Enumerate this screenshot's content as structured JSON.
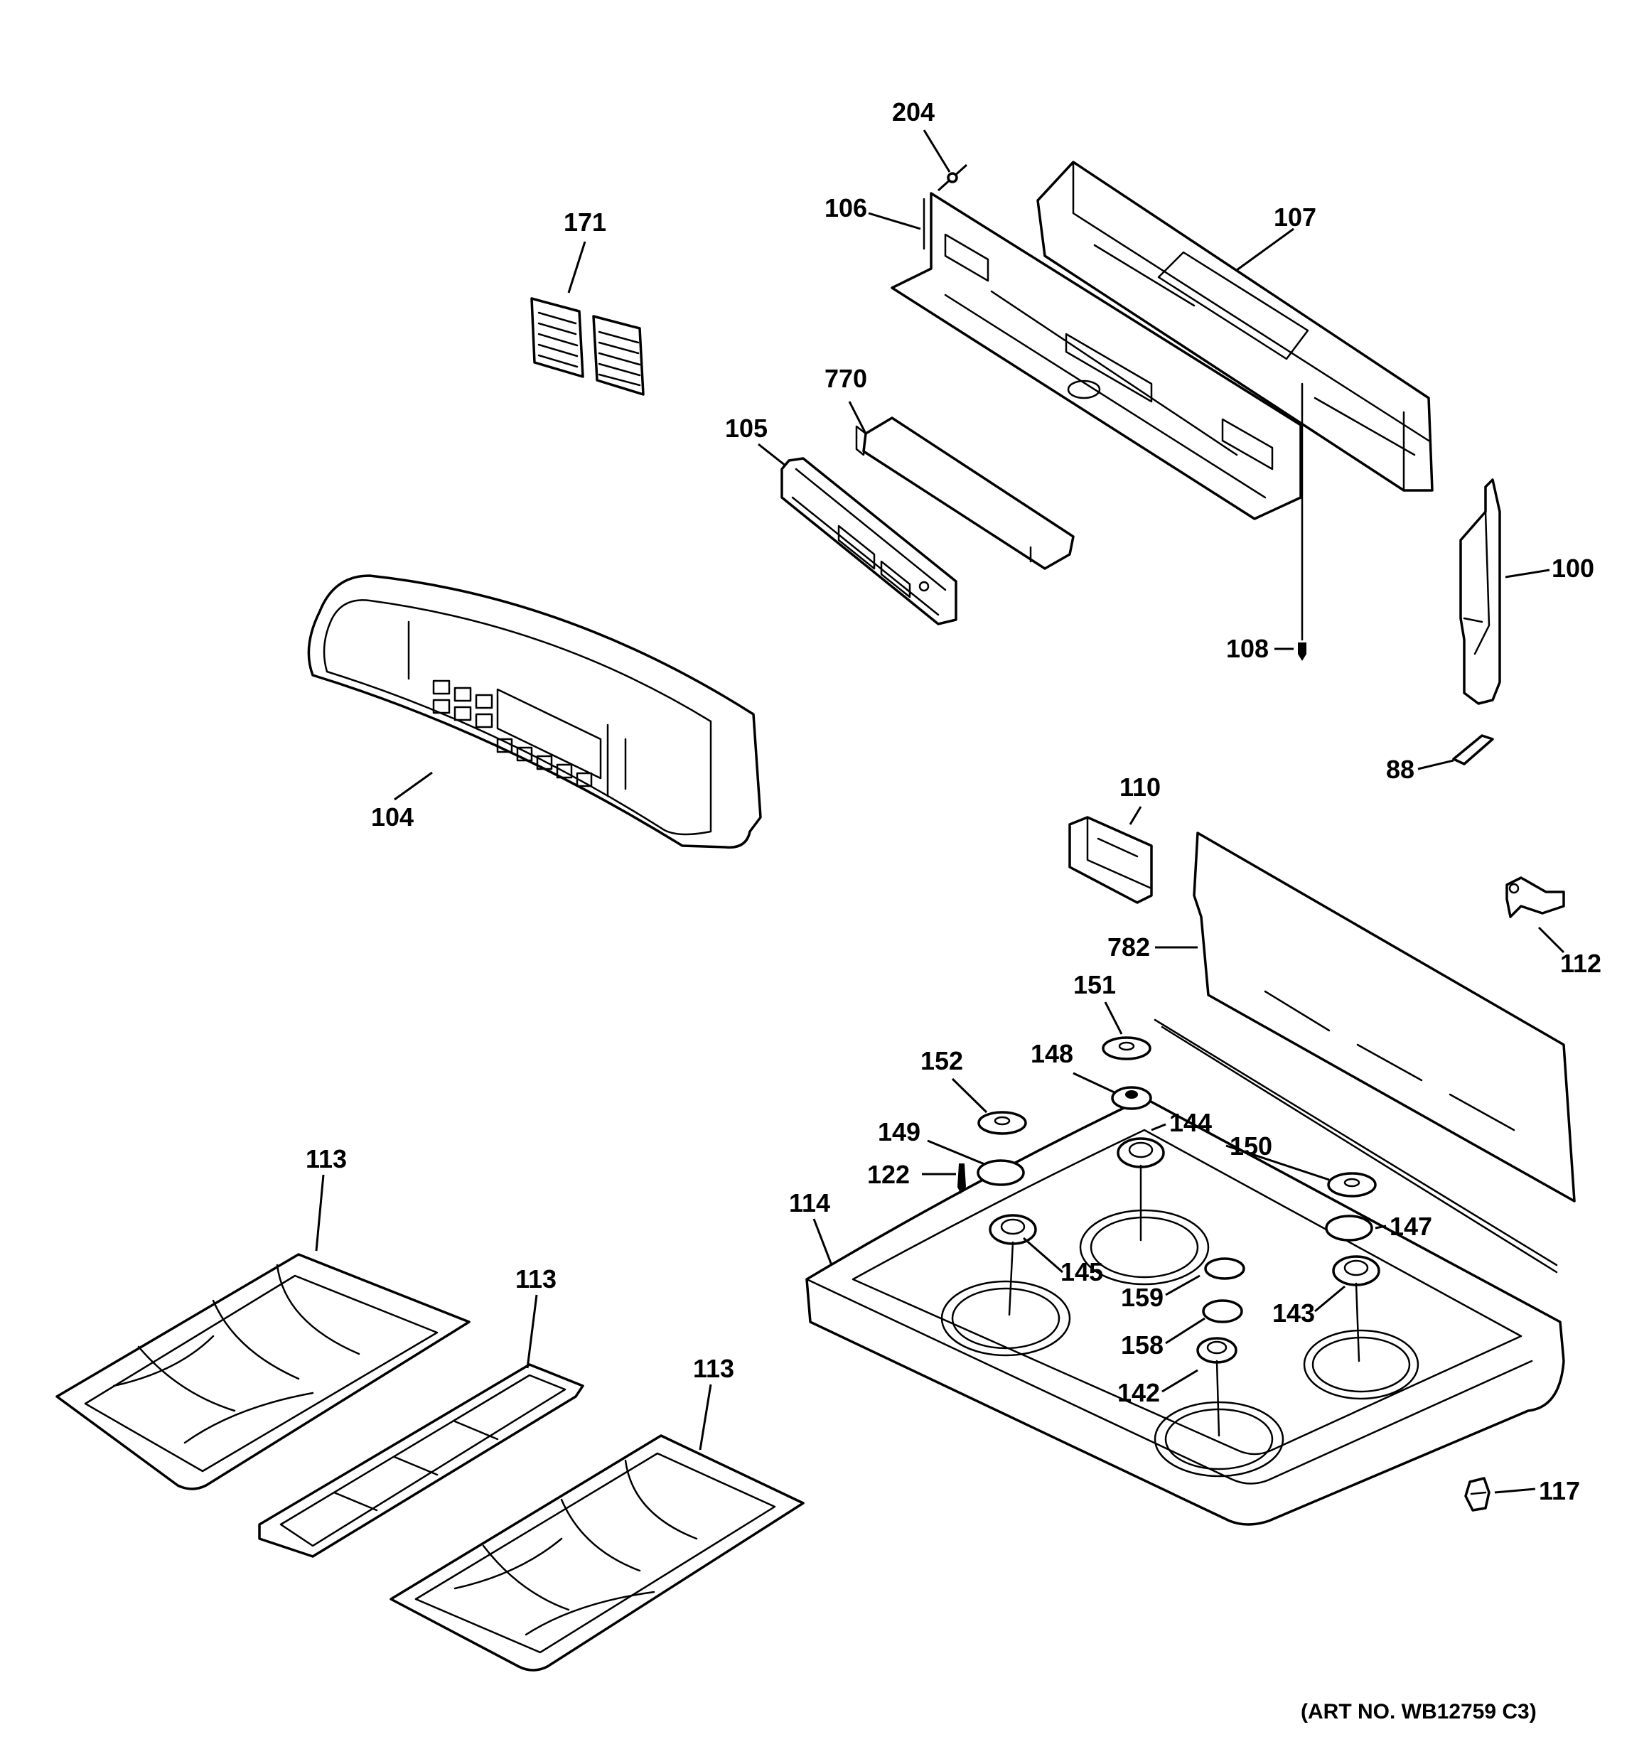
{
  "labels": {
    "p204": "204",
    "p106": "106",
    "p107": "107",
    "p171": "171",
    "p770": "770",
    "p105": "105",
    "p100": "100",
    "p108": "108",
    "p104": "104",
    "p88": "88",
    "p110": "110",
    "p112": "112",
    "p782": "782",
    "p151": "151",
    "p152": "152",
    "p148": "148",
    "p144": "144",
    "p149": "149",
    "p150": "150",
    "p122": "122",
    "p114": "114",
    "p147": "147",
    "p113a": "113",
    "p113b": "113",
    "p113c": "113",
    "p145": "145",
    "p159": "159",
    "p143": "143",
    "p158": "158",
    "p142": "142",
    "p117": "117"
  },
  "art_number": "(ART NO. WB12759 C3)"
}
